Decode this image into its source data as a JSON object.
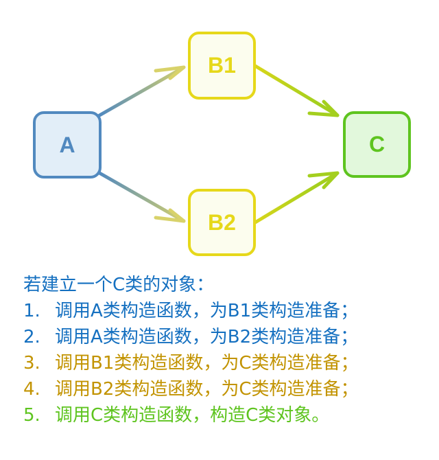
{
  "nodes": {
    "A": {
      "label": "A",
      "stroke": "#5189bf",
      "fill": "#e2eef8"
    },
    "B1": {
      "label": "B1",
      "stroke": "#e6d81a",
      "fill": "#fcfdee"
    },
    "B2": {
      "label": "B2",
      "stroke": "#e6d81a",
      "fill": "#fcfdee"
    },
    "C": {
      "label": "C",
      "stroke": "#5ec41f",
      "fill": "#e2f8dc"
    }
  },
  "edges": [
    {
      "from": "A",
      "to": "B1"
    },
    {
      "from": "A",
      "to": "B2"
    },
    {
      "from": "B1",
      "to": "C"
    },
    {
      "from": "B2",
      "to": "C"
    }
  ],
  "notes": {
    "title": "若建立一个C类的对象：",
    "title_color": "#1570c0",
    "steps": [
      {
        "num": "1.",
        "text": "调用A类构造函数，为B1类构造准备；",
        "color": "#1570c0"
      },
      {
        "num": "2.",
        "text": "调用A类构造函数，为B2类构造准备；",
        "color": "#1570c0"
      },
      {
        "num": "3.",
        "text": "调用B1类构造函数，为C类构造准备；",
        "color": "#c29300"
      },
      {
        "num": "4.",
        "text": "调用B2类构造函数，为C类构造准备；",
        "color": "#c29300"
      },
      {
        "num": "5.",
        "text": "调用C类构造函数，构造C类对象。",
        "color": "#5ec41f"
      }
    ]
  }
}
